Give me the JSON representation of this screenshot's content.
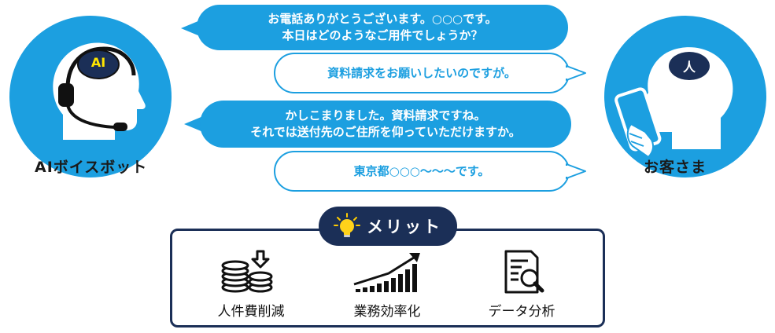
{
  "colors": {
    "accent_blue": "#1c9fe0",
    "navy": "#1b2f57",
    "icon_black": "#111111"
  },
  "left_agent": {
    "badge_text": "AI",
    "label": "AIボイスボット",
    "icon": "robot-headset-icon"
  },
  "right_agent": {
    "badge_text": "人",
    "label": "お客さま",
    "icon": "customer-phone-icon"
  },
  "dialogue": [
    {
      "speaker": "ai",
      "lines": [
        "お電話ありがとうございます。○○○です。",
        "本日はどのようなご用件でしょうか？"
      ]
    },
    {
      "speaker": "customer",
      "lines": [
        "資料請求をお願いしたいのですが。"
      ]
    },
    {
      "speaker": "ai",
      "lines": [
        "かしこまりました。資料請求ですね。",
        "それでは送付先のご住所を仰っていただけますか。"
      ]
    },
    {
      "speaker": "customer",
      "lines": [
        "東京都○○○～～～です。"
      ]
    }
  ],
  "merits": {
    "title": "メリット",
    "title_icon": "lightbulb-icon",
    "items": [
      {
        "label": "人件費削減",
        "icon": "coin-stacks-down-icon"
      },
      {
        "label": "業務効率化",
        "icon": "bar-chart-rising-icon"
      },
      {
        "label": "データ分析",
        "icon": "document-magnifier-icon"
      }
    ]
  }
}
